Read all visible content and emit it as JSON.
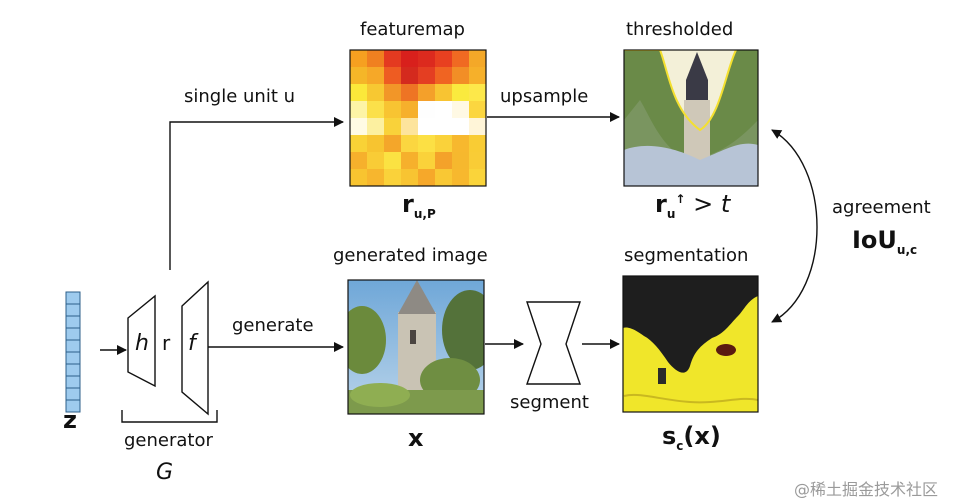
{
  "labels": {
    "featuremap": "featuremap",
    "thresholded": "thresholded",
    "single_unit": "single unit u",
    "upsample": "upsample",
    "agreement": "agreement",
    "generated_image": "generated image",
    "segmentation": "segmentation",
    "generate": "generate",
    "segment": "segment",
    "generator": "generator"
  },
  "symbols": {
    "r": "r",
    "r_sub": "u,P",
    "thr_r": "r",
    "thr_sub": "u",
    "thr_sup": "↑",
    "thr_gt": " > ",
    "thr_t": "t",
    "iou": "IoU",
    "iou_sub": "u,c",
    "x": "x",
    "s": "s",
    "s_sub": "c",
    "s_arg": "(x)",
    "z": "z",
    "h": "h",
    "r_mid": "r",
    "f": "f",
    "G": "G"
  },
  "watermark": "@稀土掘金技术社区",
  "colors": {
    "line": "#111111",
    "latent": "#9ecbee",
    "segmentation_fg": "#f0e62a",
    "segmentation_bg": "#1e1e1e"
  },
  "featuremap_grid": [
    [
      "#f6a020",
      "#f08020",
      "#e43a20",
      "#d8201c",
      "#dc2a1e",
      "#e84020",
      "#f06a22",
      "#f4a828"
    ],
    [
      "#f5b628",
      "#f6a828",
      "#ee5c22",
      "#d42a1e",
      "#e43e22",
      "#f06422",
      "#f28e26",
      "#f6b02a"
    ],
    [
      "#fbe83a",
      "#f7c832",
      "#f29628",
      "#ee7424",
      "#f4a02a",
      "#f8c432",
      "#faea3e",
      "#fde84a"
    ],
    [
      "#fdf4a6",
      "#fbe04a",
      "#f8c432",
      "#f6b02c",
      "#fefefe",
      "#ffffff",
      "#fff9e4",
      "#fbd640"
    ],
    [
      "#fffbe4",
      "#fcf0a0",
      "#f9d23a",
      "#fde49c",
      "#ffffff",
      "#ffffff",
      "#ffffff",
      "#fff5d8"
    ],
    [
      "#f9d236",
      "#f7c430",
      "#f4a62a",
      "#fbd640",
      "#fce044",
      "#fad23a",
      "#f7b82e",
      "#f9cc34"
    ],
    [
      "#f6b02c",
      "#f9cc36",
      "#fbe242",
      "#f6b02c",
      "#fad23a",
      "#f4a22a",
      "#f6b82e",
      "#f9cc36"
    ],
    [
      "#f8c430",
      "#f7b62e",
      "#fad23a",
      "#f8c432",
      "#f6a82a",
      "#f9c834",
      "#f7b82e",
      "#fad43a"
    ]
  ]
}
